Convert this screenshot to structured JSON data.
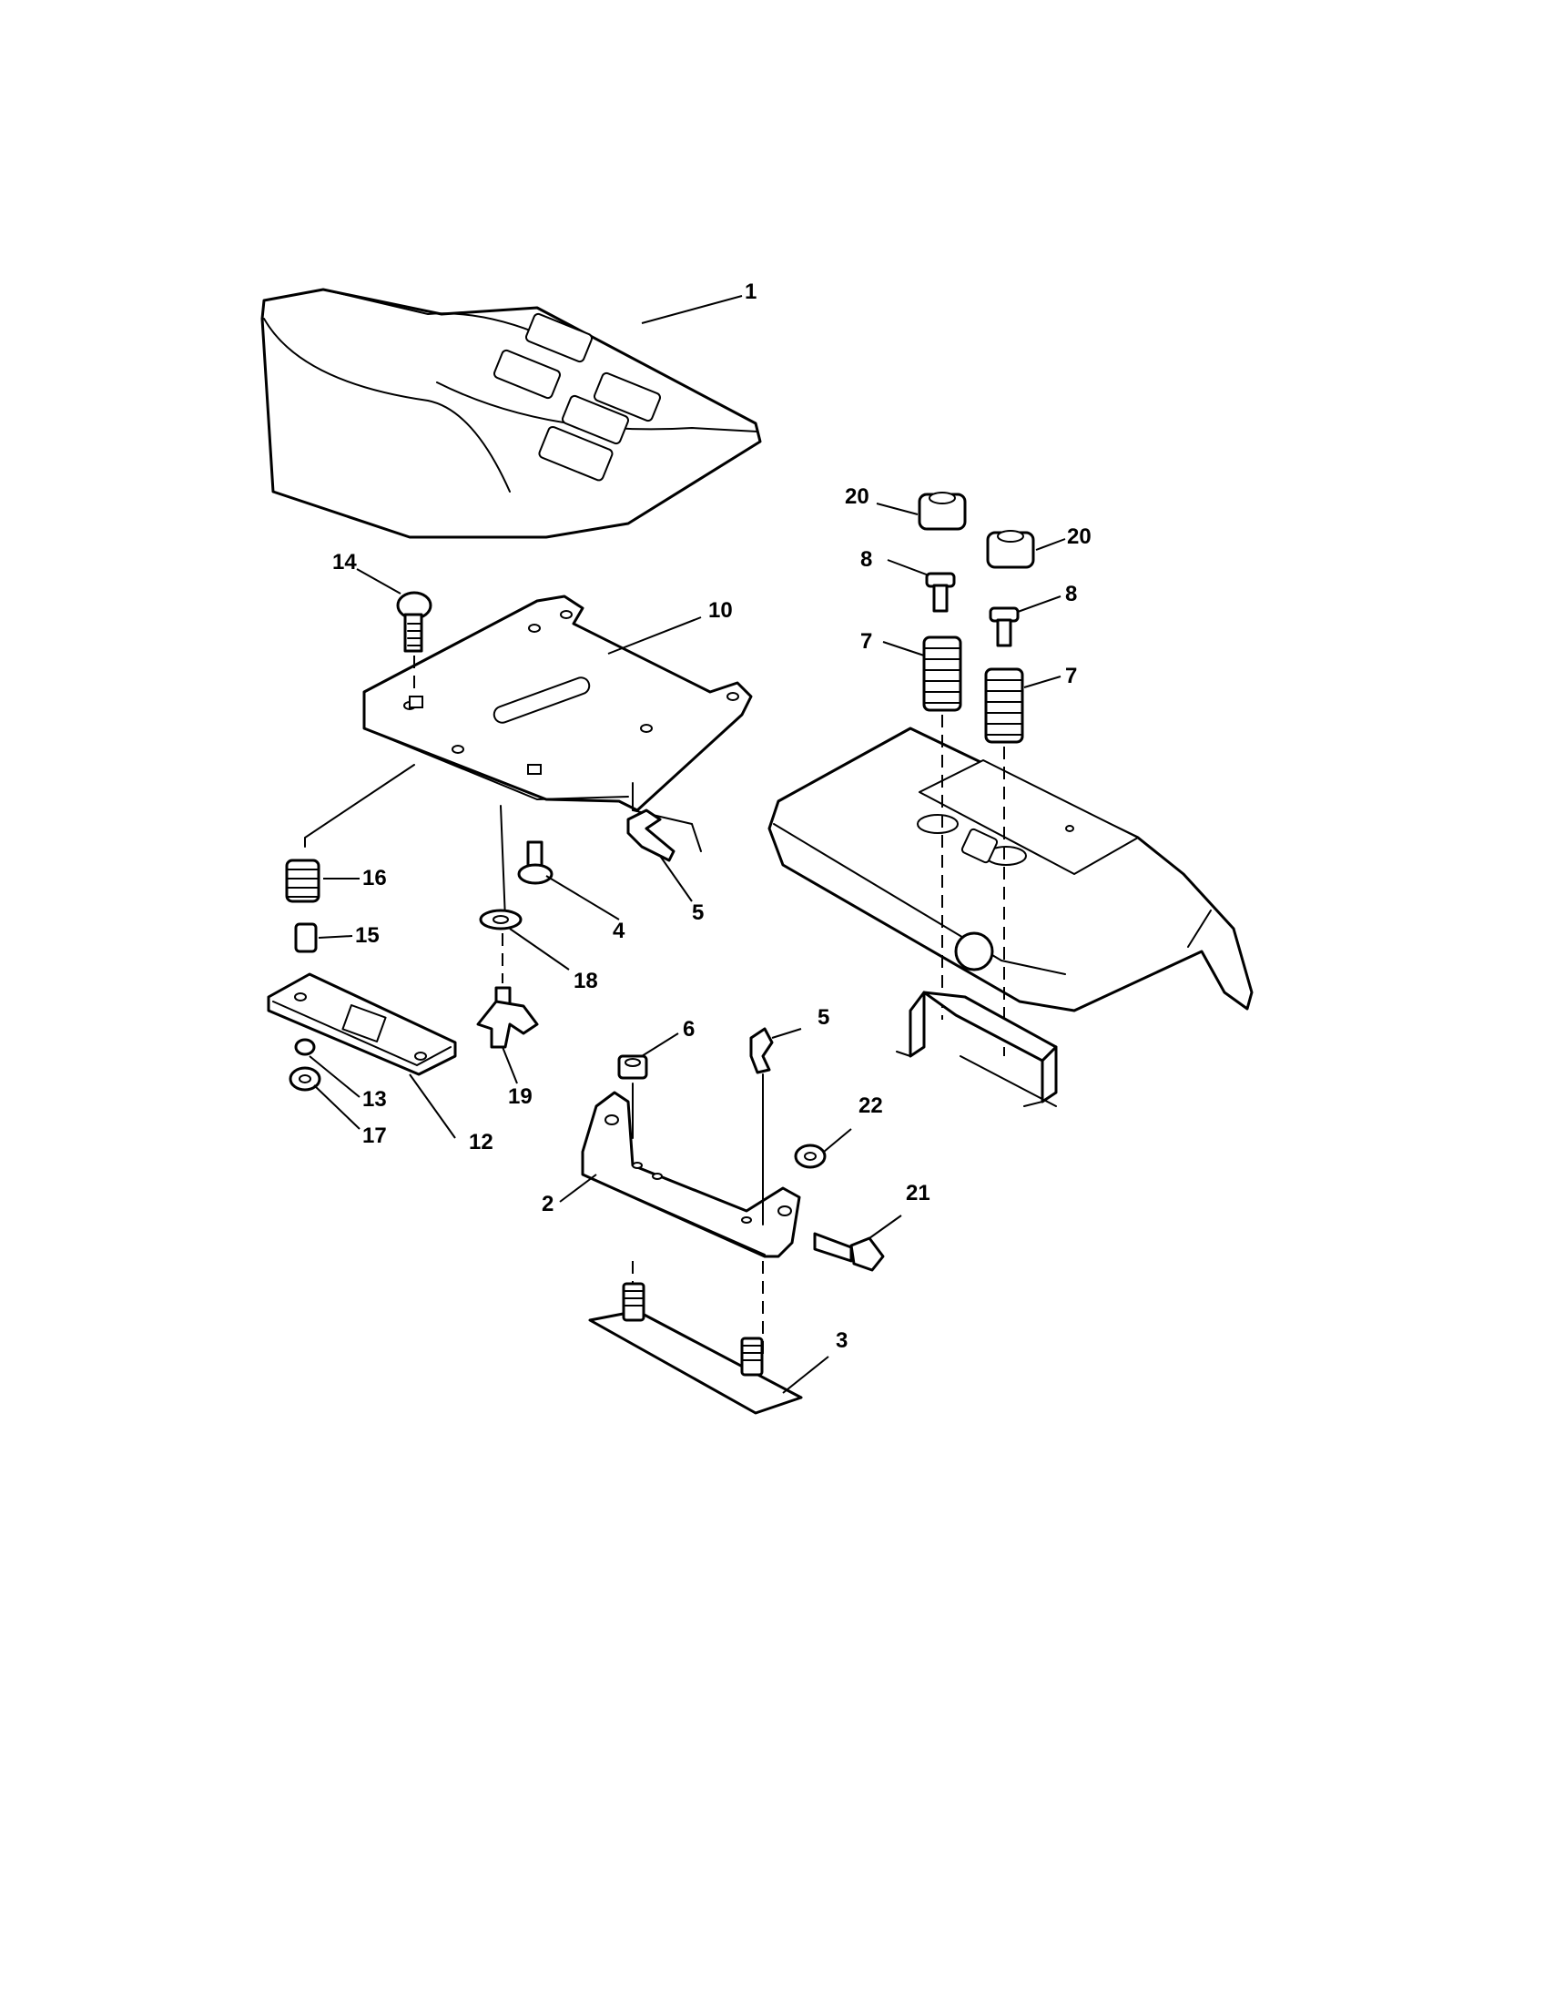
{
  "callouts": {
    "c1": "1",
    "c2": "2",
    "c3": "3",
    "c4": "4",
    "c5a": "5",
    "c5b": "5",
    "c6": "6",
    "c7a": "7",
    "c7b": "7",
    "c8a": "8",
    "c8b": "8",
    "c10": "10",
    "c12": "12",
    "c13": "13",
    "c14": "14",
    "c15": "15",
    "c16": "16",
    "c17": "17",
    "c18": "18",
    "c19": "19",
    "c20a": "20",
    "c20b": "20",
    "c21": "21",
    "c22": "22"
  }
}
